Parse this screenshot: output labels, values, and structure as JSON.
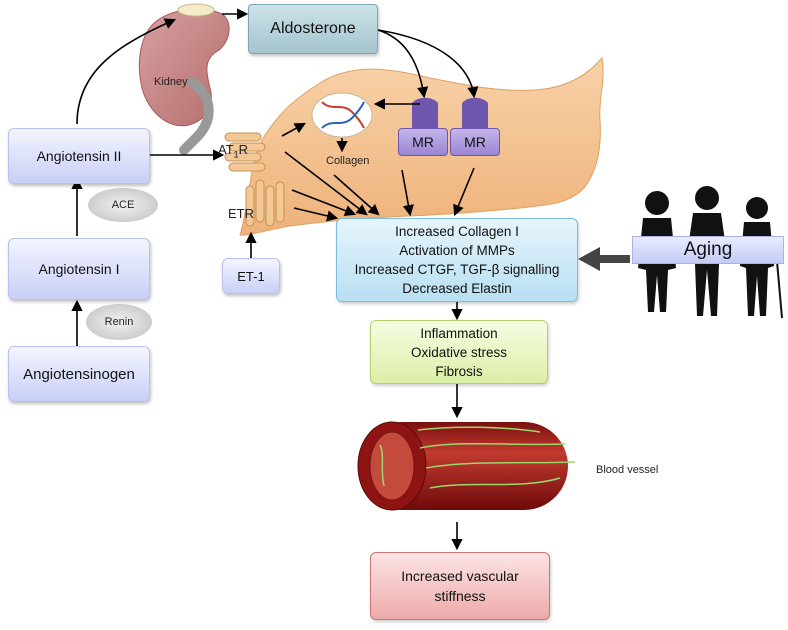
{
  "nodes": {
    "angiotensinogen": "Angiotensinogen",
    "angiotensin_1": "Angiotensin I",
    "angiotensin_2": "Angiotensin II",
    "renin": "Renin",
    "ace": "ACE",
    "kidney": "Kidney",
    "aldosterone": "Aldosterone",
    "mr1": "MR",
    "mr2": "MR",
    "at1r": "AT",
    "at1r_sub": "1",
    "at1r_suffix": "R",
    "etr": "ETR",
    "et1": "ET-1",
    "collagen": "Collagen",
    "effects": [
      "Increased Collagen I",
      "Activation of MMPs",
      "Increased CTGF, TGF-β signalling",
      "Decreased Elastin"
    ],
    "outcomes": [
      "Inflammation",
      "Oxidative stress",
      "Fibrosis"
    ],
    "aging": "Aging",
    "blood_vessel": "Blood vessel",
    "stiffness": [
      "Increased vascular",
      "stiffness"
    ]
  },
  "colors": {
    "blue_box": "#c9cff7",
    "aldosterone_box": "#a9c8d2",
    "effects_box": "#cfeaf7",
    "outcomes_box": "#eaf7c4",
    "stiffness_box": "#f2b8b8",
    "cell": "#f4c08c",
    "mr": "#8f76c8",
    "vessel": "#9b1c1c"
  }
}
